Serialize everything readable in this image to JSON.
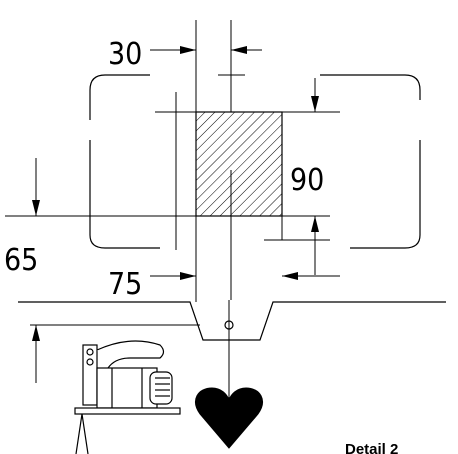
{
  "dimensions": {
    "top_width": "30",
    "right_height": "90",
    "left_offset": "65",
    "bottom_width": "75"
  },
  "caption": "Detail 2",
  "icons": [
    "jigsaw-icon",
    "heart-shape"
  ]
}
